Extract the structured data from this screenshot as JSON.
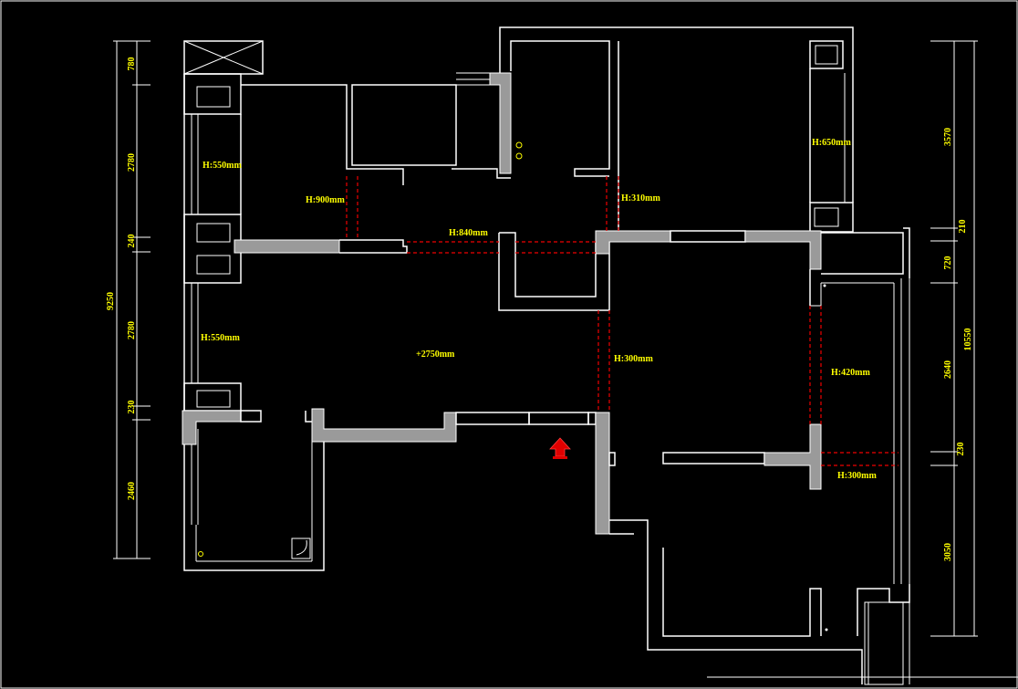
{
  "colors": {
    "background": "#000000",
    "wall": "#ffffff",
    "column": "#9a9a9a",
    "beam": "#e00000",
    "text": "#ffff00",
    "entry_arrow": "#e00000"
  },
  "labels": {
    "h_left_top": "H:550mm",
    "h_900": "H:900mm",
    "h_840": "H:840mm",
    "h_310": "H:310mm",
    "h_650": "H:650mm",
    "h_left_mid": "H:550mm",
    "elevation": "+2750mm",
    "h_300a": "H:300mm",
    "h_420": "H:420mm",
    "h_300b": "H:300mm"
  },
  "left_dims": {
    "total": "9250",
    "d1": "780",
    "d2": "2780",
    "d3": "240",
    "d4": "2780",
    "d5": "230",
    "d6": "2460"
  },
  "right_dims": {
    "total": "10550",
    "d1": "3570",
    "d2": "210",
    "d3": "720",
    "d4": "2640",
    "d5": "230",
    "d6": "3050"
  },
  "icons": [
    "entry-arrow-icon",
    "column-symbol",
    "window-symbol"
  ]
}
